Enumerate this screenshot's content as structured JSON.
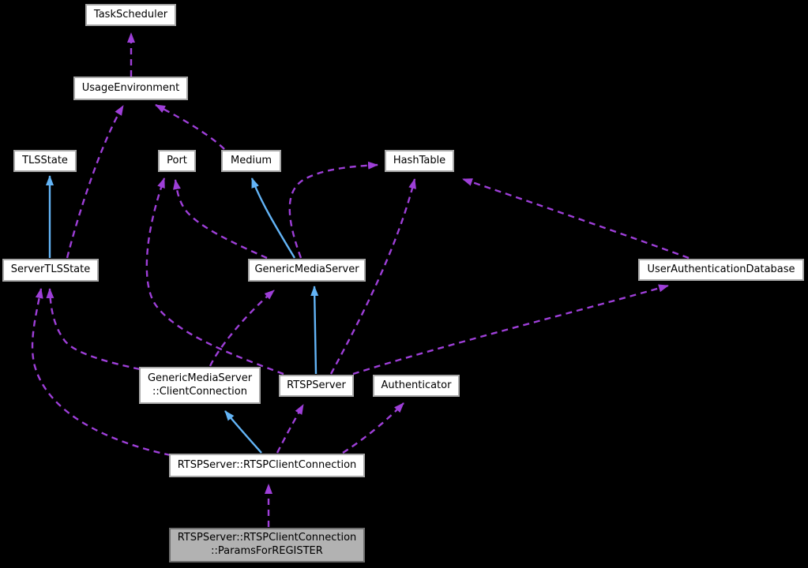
{
  "colors": {
    "background": "#000000",
    "edge_usage": "#9e3fd8",
    "edge_inheritance": "#63b4f6",
    "node_fill": "#ffffff",
    "node_border": "#a8a8a8",
    "node_text": "#000000",
    "focus_fill": "#b2b2b2",
    "focus_border": "#6e6e6e"
  },
  "nodes": {
    "task_scheduler": {
      "label": "TaskScheduler"
    },
    "usage_environment": {
      "label": "UsageEnvironment"
    },
    "tls_state": {
      "label": "TLSState"
    },
    "port": {
      "label": "Port"
    },
    "medium": {
      "label": "Medium"
    },
    "hash_table": {
      "label": "HashTable"
    },
    "server_tls_state": {
      "label": "ServerTLSState"
    },
    "generic_media_server": {
      "label": "GenericMediaServer"
    },
    "user_authentication_database": {
      "label": "UserAuthenticationDatabase"
    },
    "gms_client_connection": {
      "line1": "GenericMediaServer",
      "line2": "::ClientConnection"
    },
    "rtsp_server": {
      "label": "RTSPServer"
    },
    "authenticator": {
      "label": "Authenticator"
    },
    "rtsp_client_connection": {
      "label": "RTSPServer::RTSPClientConnection"
    },
    "params_for_register": {
      "line1": "RTSPServer::RTSPClientConnection",
      "line2": "::ParamsForREGISTER"
    }
  },
  "edges": [
    {
      "from": "UsageEnvironment",
      "to": "TaskScheduler",
      "style": "dashed-usage"
    },
    {
      "from": "ServerTLSState",
      "to": "UsageEnvironment",
      "style": "dashed-usage"
    },
    {
      "from": "Medium",
      "to": "UsageEnvironment",
      "style": "dashed-usage"
    },
    {
      "from": "ServerTLSState",
      "to": "TLSState",
      "style": "solid-inheritance"
    },
    {
      "from": "GenericMediaServer",
      "to": "Port",
      "style": "dashed-usage"
    },
    {
      "from": "RTSPServer",
      "to": "Port",
      "style": "dashed-usage"
    },
    {
      "from": "GenericMediaServer",
      "to": "Medium",
      "style": "solid-inheritance"
    },
    {
      "from": "GenericMediaServer",
      "to": "HashTable",
      "style": "dashed-usage"
    },
    {
      "from": "RTSPServer",
      "to": "HashTable",
      "style": "dashed-usage"
    },
    {
      "from": "UserAuthenticationDatabase",
      "to": "HashTable",
      "style": "dashed-usage"
    },
    {
      "from": "GenericMediaServer::ClientConnection",
      "to": "GenericMediaServer",
      "style": "dashed-usage"
    },
    {
      "from": "RTSPServer",
      "to": "GenericMediaServer",
      "style": "solid-inheritance"
    },
    {
      "from": "RTSPServer",
      "to": "UserAuthenticationDatabase",
      "style": "dashed-usage"
    },
    {
      "from": "GenericMediaServer::ClientConnection",
      "to": "ServerTLSState",
      "style": "dashed-usage"
    },
    {
      "from": "RTSPServer::RTSPClientConnection",
      "to": "ServerTLSState",
      "style": "dashed-usage"
    },
    {
      "from": "RTSPServer::RTSPClientConnection",
      "to": "GenericMediaServer::ClientConnection",
      "style": "solid-inheritance"
    },
    {
      "from": "RTSPServer::RTSPClientConnection",
      "to": "RTSPServer",
      "style": "dashed-usage"
    },
    {
      "from": "RTSPServer::RTSPClientConnection",
      "to": "Authenticator",
      "style": "dashed-usage"
    },
    {
      "from": "RTSPServer::RTSPClientConnection::ParamsForREGISTER",
      "to": "RTSPServer::RTSPClientConnection",
      "style": "dashed-usage"
    }
  ]
}
